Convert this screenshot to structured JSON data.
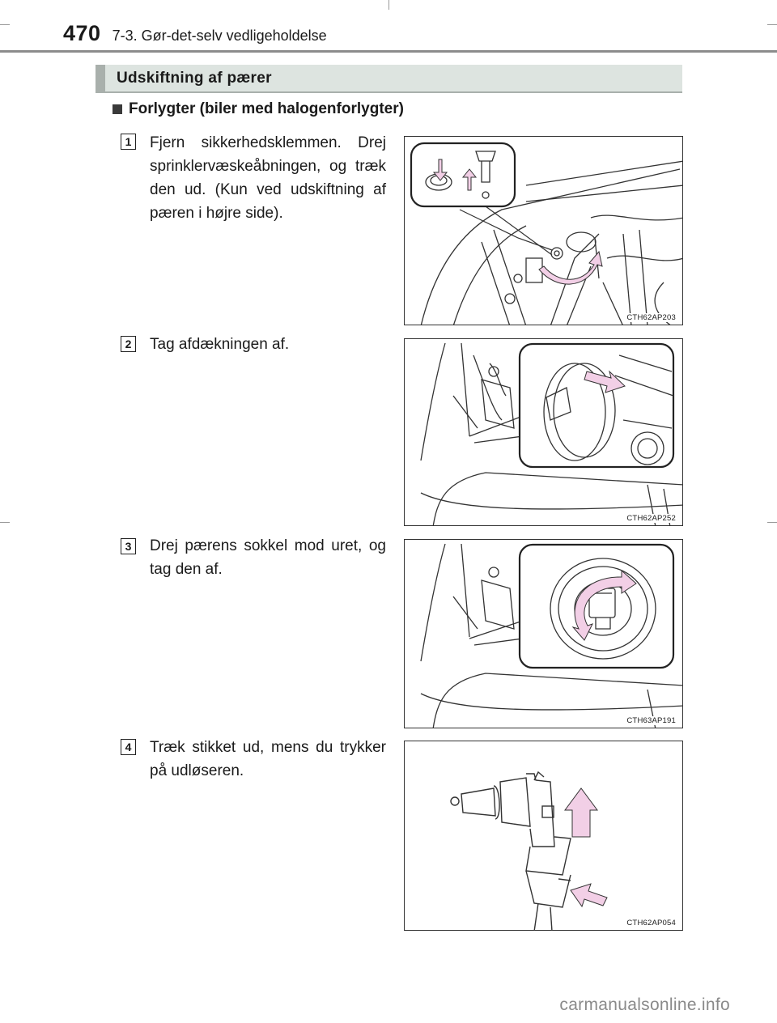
{
  "header": {
    "page_number": "470",
    "chapter": "7-3. Gør-det-selv vedligeholdelse"
  },
  "section": {
    "title": "Udskiftning af pærer"
  },
  "subheading": "Forlygter (biler med halogenforlygter)",
  "steps": [
    {
      "number": "1",
      "text": "Fjern sikkerhedsklemmen. Drej sprinklervæskeåbningen, og træk den ud. (Kun ved udskiftning af pæren i højre side).",
      "figure_code": "CTH62AP203"
    },
    {
      "number": "2",
      "text": "Tag afdækningen af.",
      "figure_code": "CTH62AP252"
    },
    {
      "number": "3",
      "text": "Drej pærens sokkel mod uret, og tag den af.",
      "figure_code": "CTH63AP191"
    },
    {
      "number": "4",
      "text": "Træk stikket ud, mens du trykker på udløseren.",
      "figure_code": "CTH62AP054"
    }
  ],
  "watermark": "carmanualsonline.info",
  "colors": {
    "arrow_fill": "#f2cfe6",
    "section_bar": "#dde4e0",
    "section_accent": "#a9b0ac",
    "header_rule": "#8c8c8c"
  }
}
